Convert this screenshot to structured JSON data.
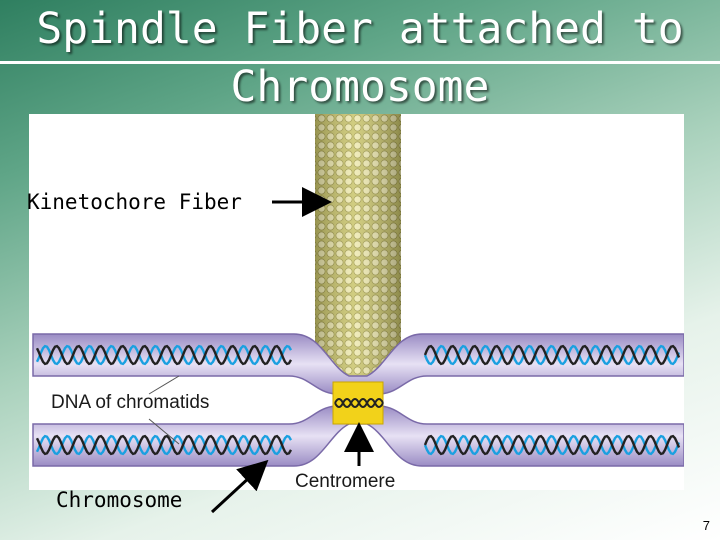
{
  "slide": {
    "title_line_1": "Spindle Fiber attached to",
    "title_line_2": "Chromosome",
    "page_number": "7"
  },
  "labels": {
    "kinetochore_fiber": "Kinetochore Fiber",
    "chromosome": "Chromosome"
  },
  "figure": {
    "dna_label": "DNA of chromatids",
    "centromere_label": "Centromere"
  },
  "colors": {
    "background_dark": "#2f7f60",
    "fiber": "#d9d37a",
    "chromatid": "#b7a8d6",
    "centromere": "#f2d21a",
    "dna_strand_blue": "#1aa0e0",
    "dna_strand_dark": "#222222"
  }
}
